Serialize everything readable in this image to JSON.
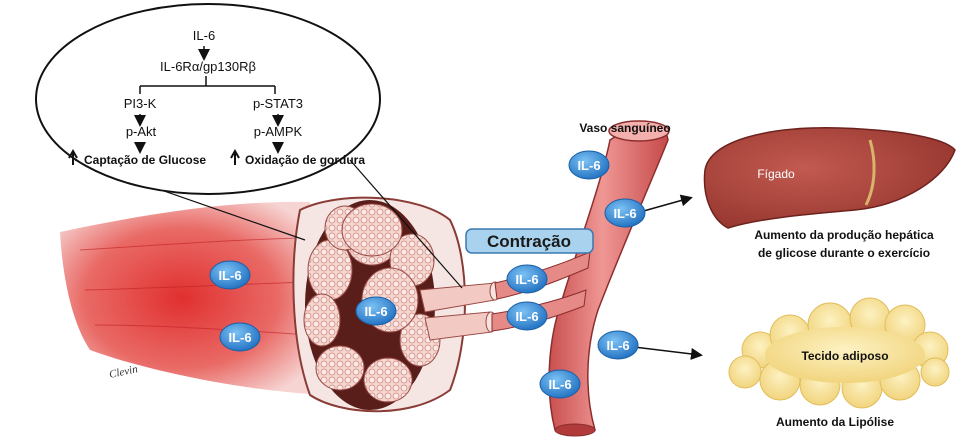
{
  "pathway": {
    "il6": "IL-6",
    "receptor": "IL-6Rα/gp130Rβ",
    "left_branch": [
      "PI3-K",
      "p-Akt"
    ],
    "right_branch": [
      "p-STAT3",
      "p-AMPK"
    ],
    "outcome_left": "Captação de Glucose",
    "outcome_right": "Oxidação de gordura"
  },
  "muscle": {
    "il6_labels": [
      "IL-6",
      "IL-6",
      "IL-6"
    ],
    "signature": "Clevin"
  },
  "vessel": {
    "title": "Vaso sanguíneo",
    "il6_labels": [
      "IL-6",
      "IL-6",
      "IL-6",
      "IL-6",
      "IL-6",
      "IL-6"
    ]
  },
  "contraction_label": "Contração",
  "liver": {
    "name": "Fígado",
    "caption_line1": "Aumento da produção hepática",
    "caption_line2": "de glicose durante o exercício"
  },
  "adipose": {
    "name": "Tecido adiposo",
    "caption": "Aumento da Lipólise"
  },
  "colors": {
    "muscle_red": "#d9262b",
    "vessel": "#e27775",
    "liver": "#a8423b",
    "fat": "#f6dd86",
    "il6_badge": "#3a8fd8",
    "contraction_box": "#a9d2ee"
  }
}
